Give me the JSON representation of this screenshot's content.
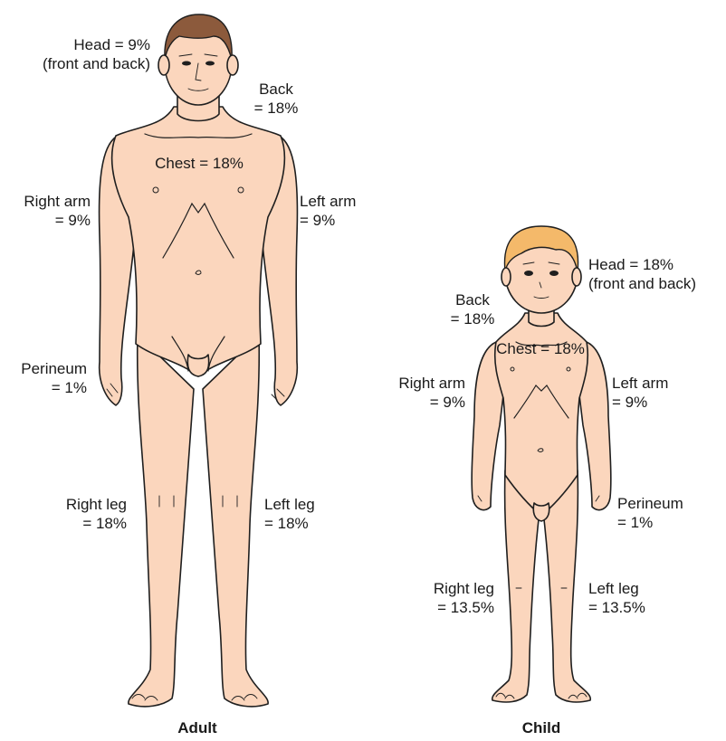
{
  "adult": {
    "caption": "Adult",
    "head": [
      "Head = 9%",
      "(front and back)"
    ],
    "back": [
      "Back",
      "= 18%"
    ],
    "chest": "Chest = 18%",
    "right_arm": [
      "Right arm",
      "= 9%"
    ],
    "left_arm": [
      "Left arm",
      "= 9%"
    ],
    "perineum": [
      "Perineum",
      "= 1%"
    ],
    "right_leg": [
      "Right leg",
      "= 18%"
    ],
    "left_leg": [
      "Left leg",
      "= 18%"
    ],
    "colors": {
      "skin": "#fbd6bd",
      "hair": "#8c5a3c"
    }
  },
  "child": {
    "caption": "Child",
    "head": [
      "Head = 18%",
      "(front and back)"
    ],
    "back": [
      "Back",
      "= 18%"
    ],
    "chest": "Chest = 18%",
    "right_arm": [
      "Right arm",
      "= 9%"
    ],
    "left_arm": [
      "Left arm",
      "= 9%"
    ],
    "perineum": [
      "Perineum",
      "= 1%"
    ],
    "right_leg": [
      "Right leg",
      "= 13.5%"
    ],
    "left_leg": [
      "Left leg",
      "= 13.5%"
    ],
    "colors": {
      "skin": "#fbd6bd",
      "hair": "#f4b96a"
    }
  }
}
